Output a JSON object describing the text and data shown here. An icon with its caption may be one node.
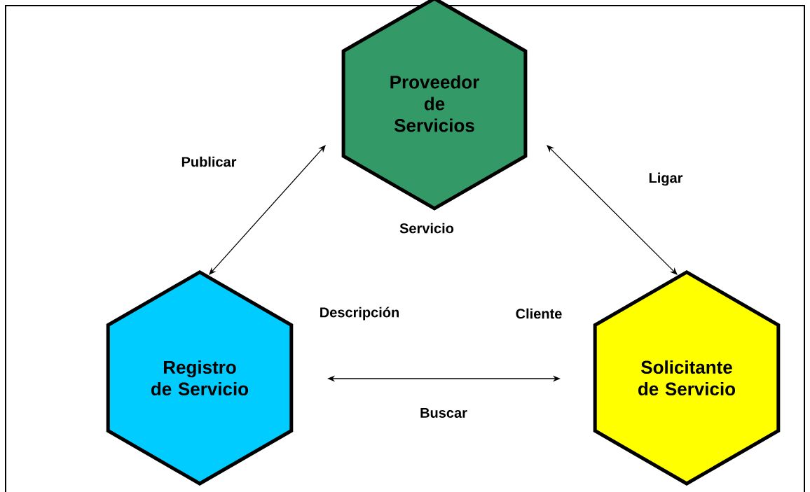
{
  "diagram": {
    "nodes": [
      {
        "text": [
          "Proveedor de Servicios"
        ]
      },
      {
        "text": [
          "Registro de Servicio"
        ]
      },
      {
        "text": [
          "Solicitante de Servicio"
        ]
      }
    ],
    "edges": [
      {
        "from": 1,
        "to": 0,
        "arrow": "both",
        "label": "Publicar"
      },
      {
        "from": 0,
        "to": 2,
        "arrow": "both",
        "label": "Ligar"
      },
      {
        "from": 1,
        "to": 2,
        "arrow": "both",
        "label": "Buscar"
      }
    ],
    "labels": [
      "Servicio",
      "Descripción",
      "Cliente"
    ]
  }
}
